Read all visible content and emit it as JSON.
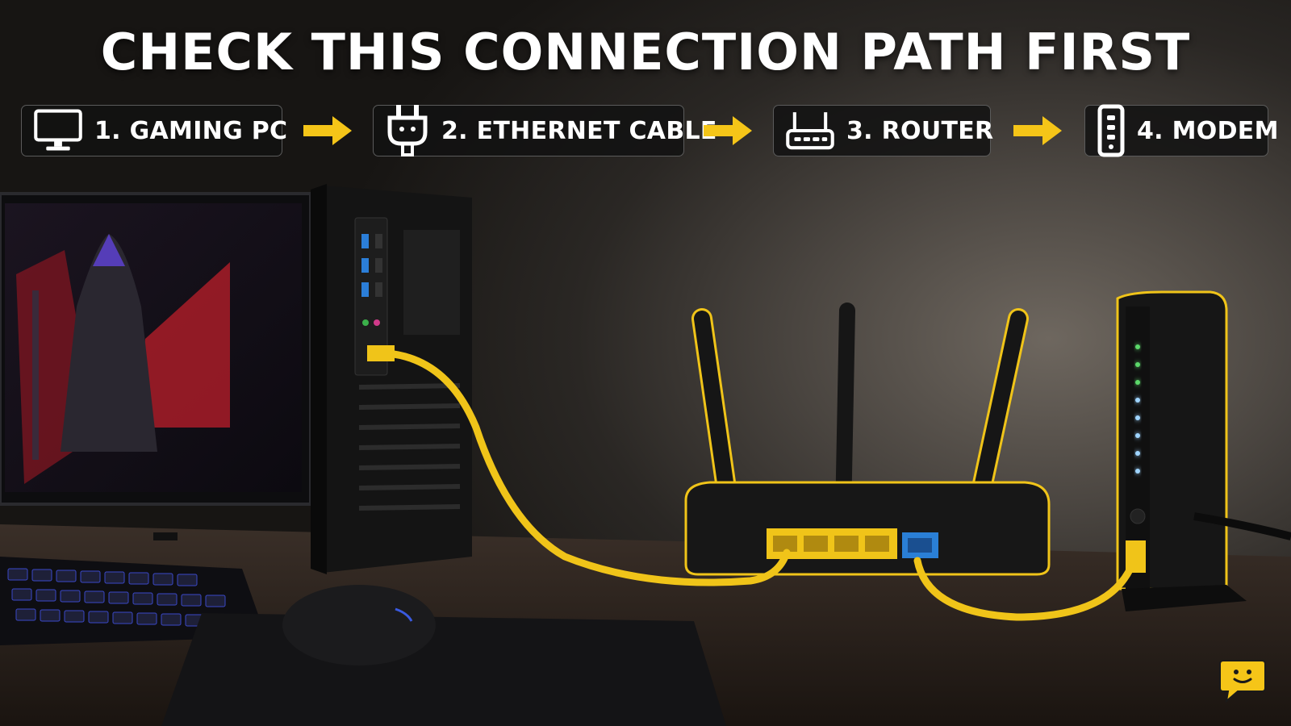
{
  "title": "CHECK THIS CONNECTION PATH FIRST",
  "steps": [
    {
      "label": "1. GAMING PC",
      "icon": "monitor-icon"
    },
    {
      "label": "2. ETHERNET CABLE",
      "icon": "plug-icon"
    },
    {
      "label": "3. ROUTER",
      "icon": "router-icon"
    },
    {
      "label": "4. MODEM",
      "icon": "modem-icon"
    }
  ],
  "colors": {
    "accent": "#f5c518",
    "cable": "#f0c419",
    "port_blue": "#2a7fd6",
    "led_green": "#5bd86a"
  },
  "corner_icon": "chat-smile-icon"
}
